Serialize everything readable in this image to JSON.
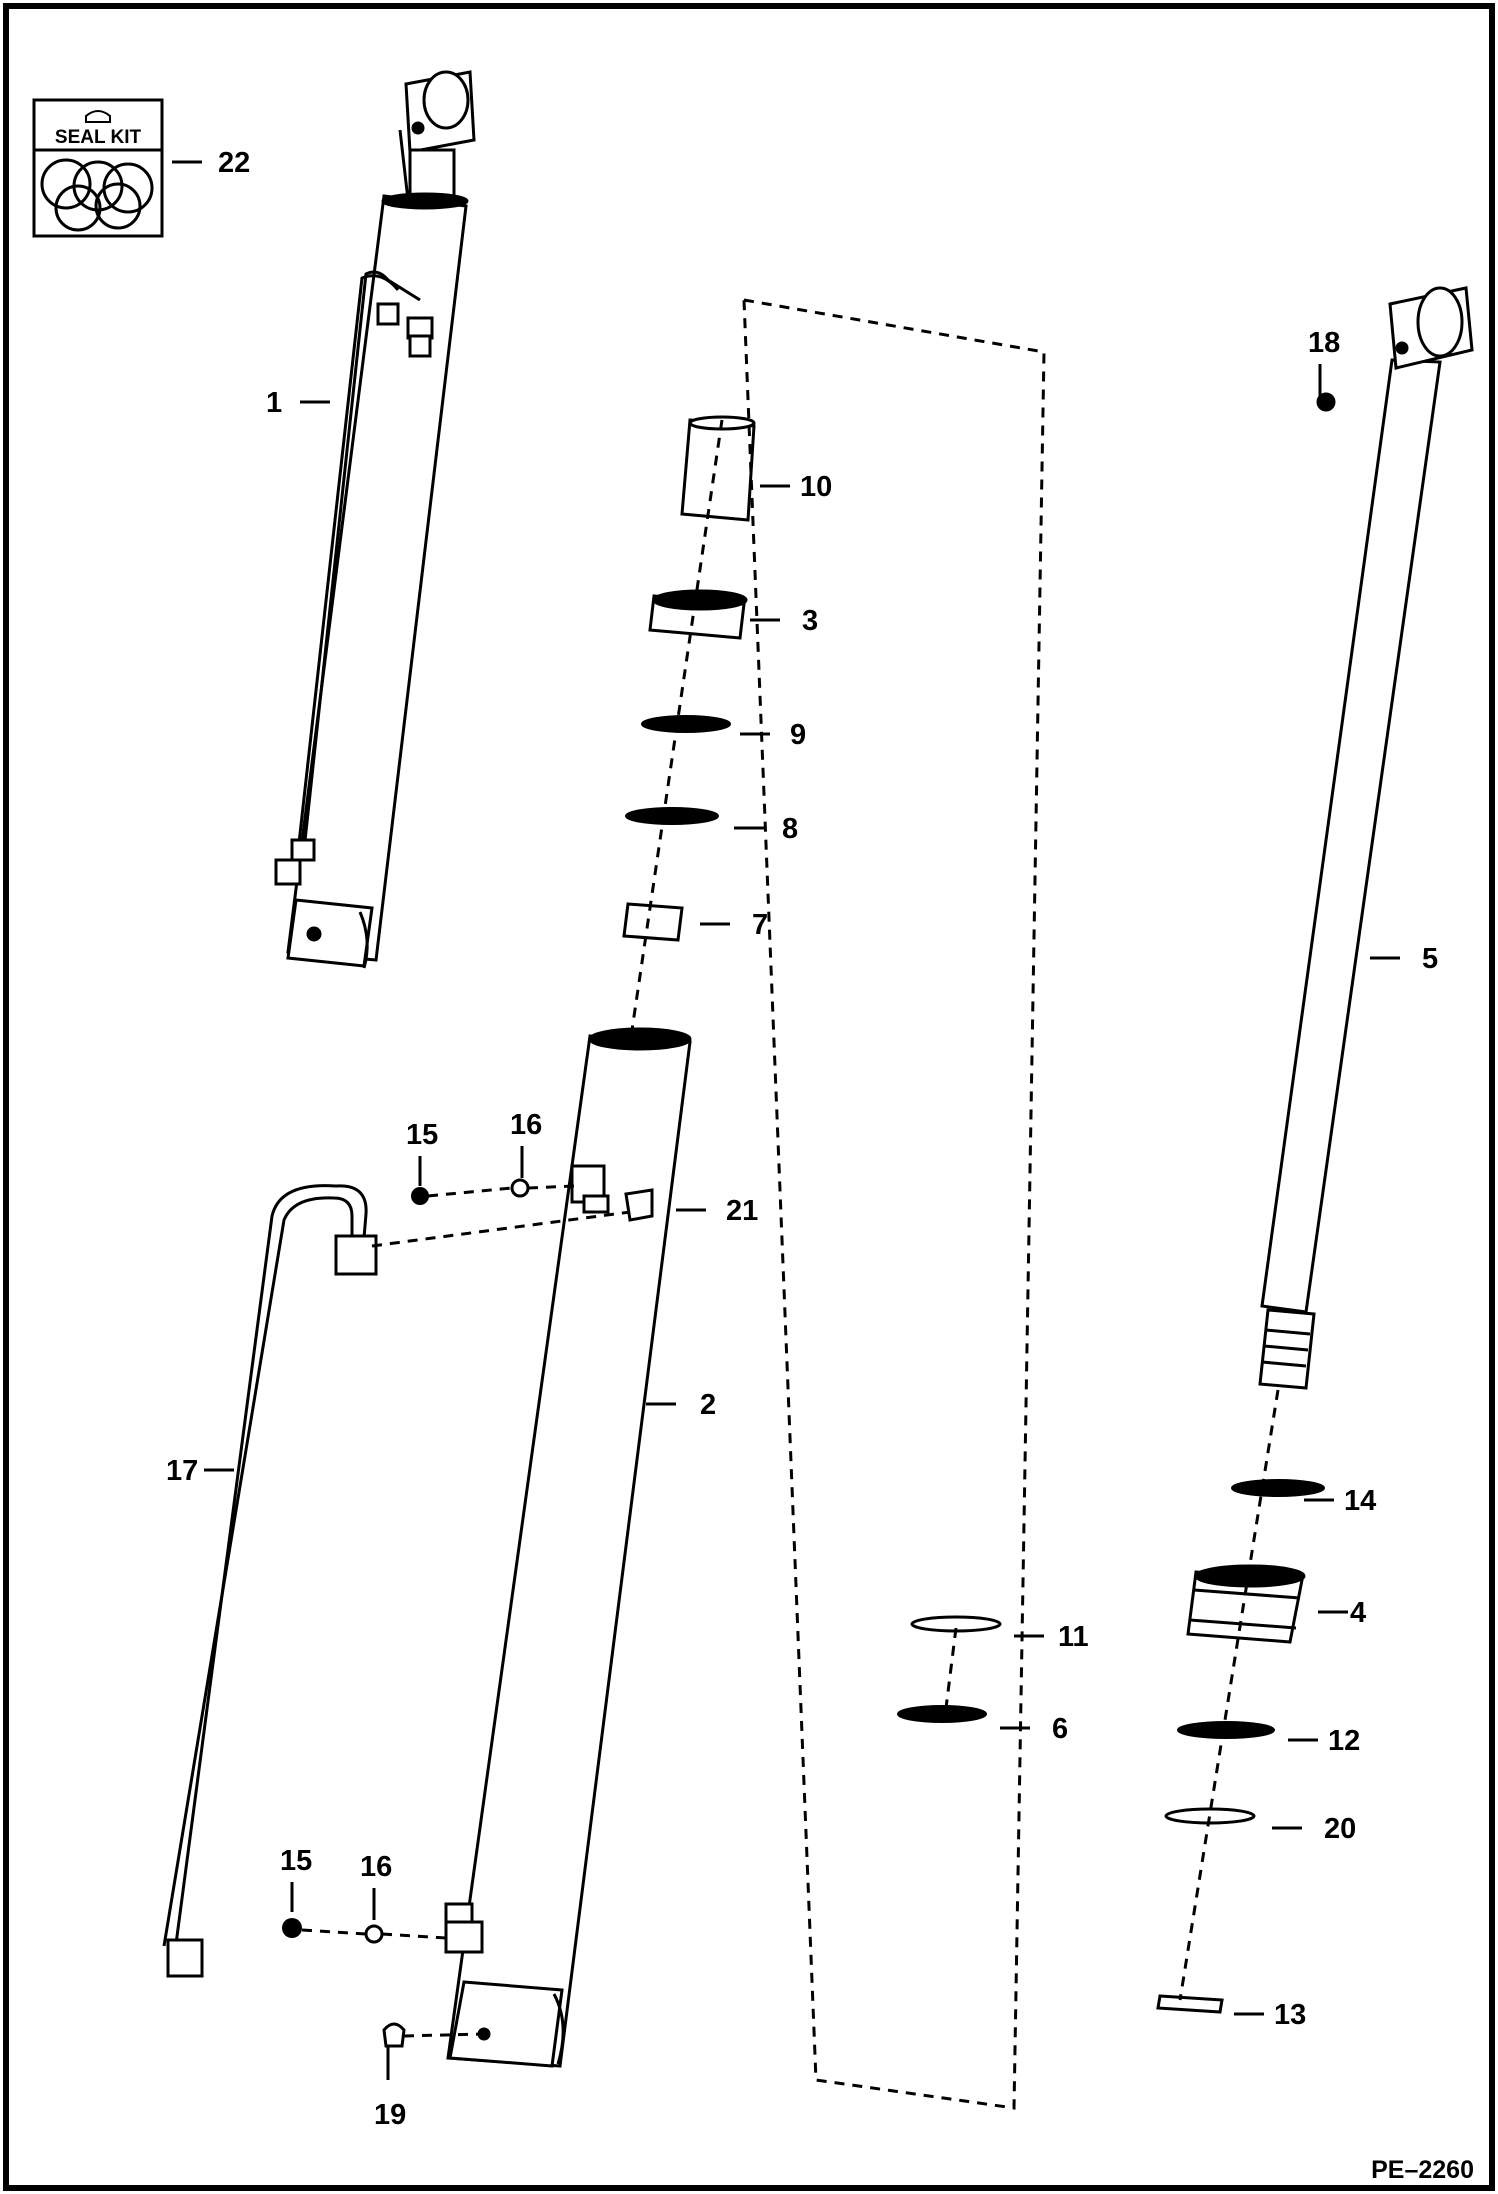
{
  "diagram": {
    "seal_kit": {
      "label": "SEAL KIT",
      "icon": "oil-can-icon"
    },
    "callouts": [
      {
        "id": "22",
        "label": "22"
      },
      {
        "id": "1",
        "label": "1"
      },
      {
        "id": "10",
        "label": "10"
      },
      {
        "id": "3",
        "label": "3"
      },
      {
        "id": "9",
        "label": "9"
      },
      {
        "id": "8",
        "label": "8"
      },
      {
        "id": "7",
        "label": "7"
      },
      {
        "id": "18",
        "label": "18"
      },
      {
        "id": "5",
        "label": "5"
      },
      {
        "id": "15a",
        "label": "15"
      },
      {
        "id": "16a",
        "label": "16"
      },
      {
        "id": "21",
        "label": "21"
      },
      {
        "id": "2",
        "label": "2"
      },
      {
        "id": "17",
        "label": "17"
      },
      {
        "id": "14",
        "label": "14"
      },
      {
        "id": "4",
        "label": "4"
      },
      {
        "id": "11",
        "label": "11"
      },
      {
        "id": "6",
        "label": "6"
      },
      {
        "id": "12",
        "label": "12"
      },
      {
        "id": "20",
        "label": "20"
      },
      {
        "id": "15b",
        "label": "15"
      },
      {
        "id": "16b",
        "label": "16"
      },
      {
        "id": "13",
        "label": "13"
      },
      {
        "id": "19",
        "label": "19"
      }
    ],
    "reference": "PE–2260"
  }
}
